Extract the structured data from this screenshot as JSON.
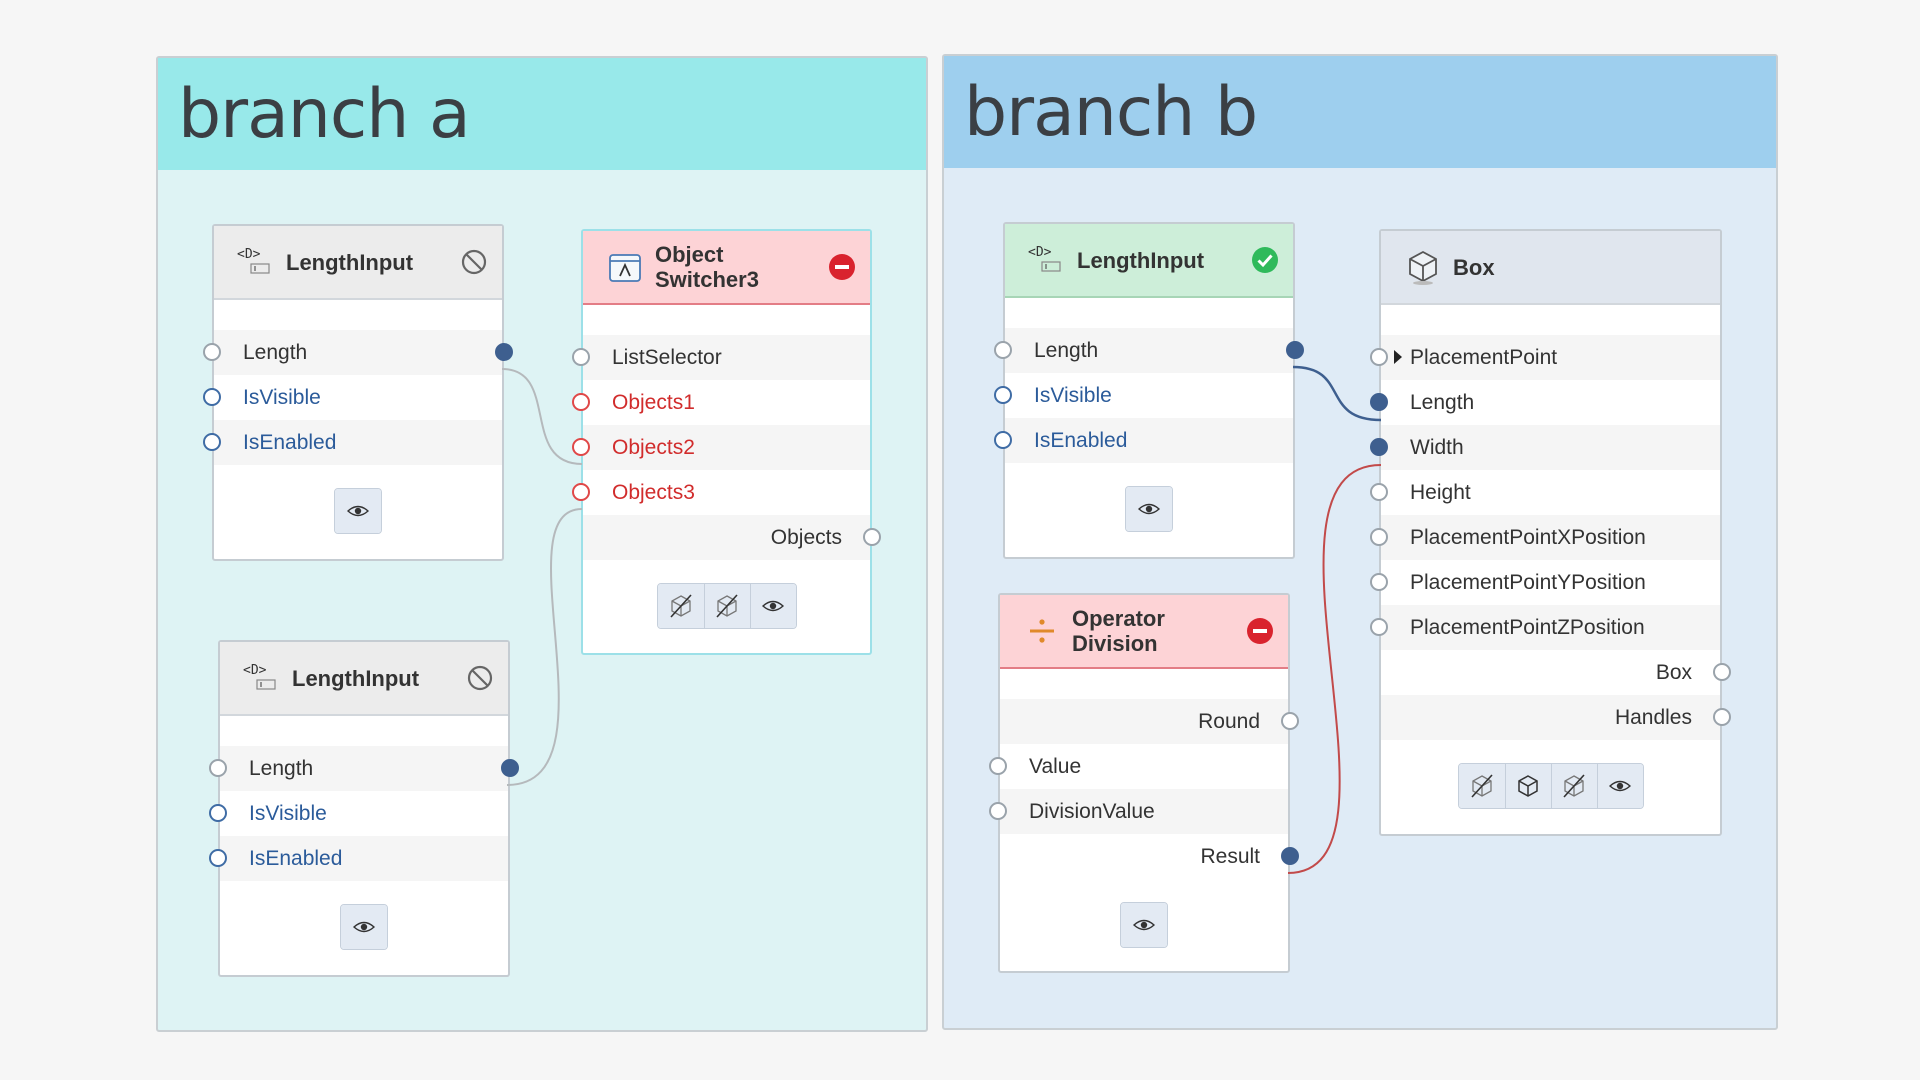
{
  "groups": {
    "a": {
      "title": "branch a"
    },
    "b": {
      "title": "branch b"
    }
  },
  "nodes": {
    "lengthInput1": {
      "title": "LengthInput",
      "status": "disabled",
      "ports": [
        {
          "label": "Length",
          "connected": true
        },
        {
          "label": "IsVisible"
        },
        {
          "label": "IsEnabled"
        }
      ],
      "buttons": [
        "eye-icon"
      ]
    },
    "lengthInput2": {
      "title": "LengthInput",
      "status": "disabled",
      "ports": [
        {
          "label": "Length",
          "connected": true
        },
        {
          "label": "IsVisible"
        },
        {
          "label": "IsEnabled"
        }
      ],
      "buttons": [
        "eye-icon"
      ]
    },
    "objectSwitcher": {
      "title_line1": "Object",
      "title_line2": "Switcher3",
      "status": "error",
      "ports": [
        {
          "label": "ListSelector"
        },
        {
          "label": "Objects1"
        },
        {
          "label": "Objects2"
        },
        {
          "label": "Objects3"
        },
        {
          "label": "Objects"
        }
      ],
      "buttons": [
        "hide-all-icon",
        "hide-selected-icon",
        "eye-icon"
      ]
    },
    "lengthInput3": {
      "title": "LengthInput",
      "status": "ok",
      "ports": [
        {
          "label": "Length",
          "connected": true
        },
        {
          "label": "IsVisible"
        },
        {
          "label": "IsEnabled"
        }
      ],
      "buttons": [
        "eye-icon"
      ]
    },
    "operatorDivision": {
      "title_line1": "Operator",
      "title_line2": "Division",
      "status": "error",
      "ports": [
        {
          "label": "Round"
        },
        {
          "label": "Value"
        },
        {
          "label": "DivisionValue"
        },
        {
          "label": "Result",
          "connected": true
        }
      ],
      "buttons": [
        "eye-icon"
      ]
    },
    "box": {
      "title": "Box",
      "ports": [
        {
          "label": "PlacementPoint"
        },
        {
          "label": "Length",
          "connected": true
        },
        {
          "label": "Width",
          "connected": true
        },
        {
          "label": "Height"
        },
        {
          "label": "PlacementPointXPosition"
        },
        {
          "label": "PlacementPointYPosition"
        },
        {
          "label": "PlacementPointZPosition"
        },
        {
          "label": "Box"
        },
        {
          "label": "Handles"
        }
      ],
      "buttons": [
        "hide-all-icon",
        "cube-icon",
        "hide-selected-icon",
        "eye-icon"
      ]
    }
  },
  "colors": {
    "group_a_header": "#98e9ea",
    "group_b_header": "#9ecfee",
    "wire_default": "#b5b9bc",
    "wire_blue": "#3e5f8f",
    "wire_red": "#c24a4a",
    "error_red": "#d9232e",
    "ok_green": "#2fba5b",
    "division_orange": "#e0892a"
  }
}
